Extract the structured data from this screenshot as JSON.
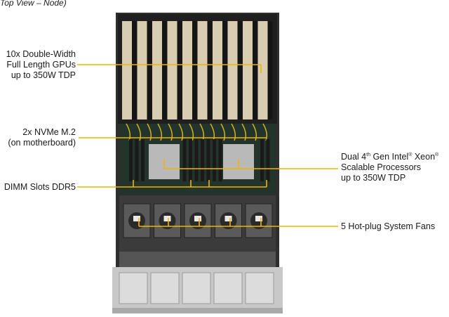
{
  "title": "Top View – Node)",
  "callouts": {
    "gpus": {
      "lines": [
        "10x Double-Width",
        "Full Length GPUs",
        "up to 350W TDP"
      ]
    },
    "nvme": {
      "lines": [
        "2x NVMe M.2",
        "(on motherboard)"
      ]
    },
    "dimm": {
      "lines": [
        "DIMM Slots DDR5"
      ]
    },
    "cpu": {
      "line1_pre": "Dual 4",
      "line1_sup1": "th",
      "line1_mid": " Gen Intel",
      "line1_sup2": "®",
      "line1_post": " Xeon",
      "line1_sup3": "®",
      "line2": "Scalable Processors",
      "line3": "up to 350W TDP"
    },
    "fans": {
      "lines": [
        "5 Hot-plug System Fans"
      ]
    }
  },
  "colors": {
    "leader": "#f0b400",
    "chassis": "#3a3a3a",
    "gpu_card": "#d8cdb0",
    "board": "#2b4a3a",
    "fan": "#5a5a5a"
  },
  "counts": {
    "gpus": 10,
    "fans": 5
  }
}
